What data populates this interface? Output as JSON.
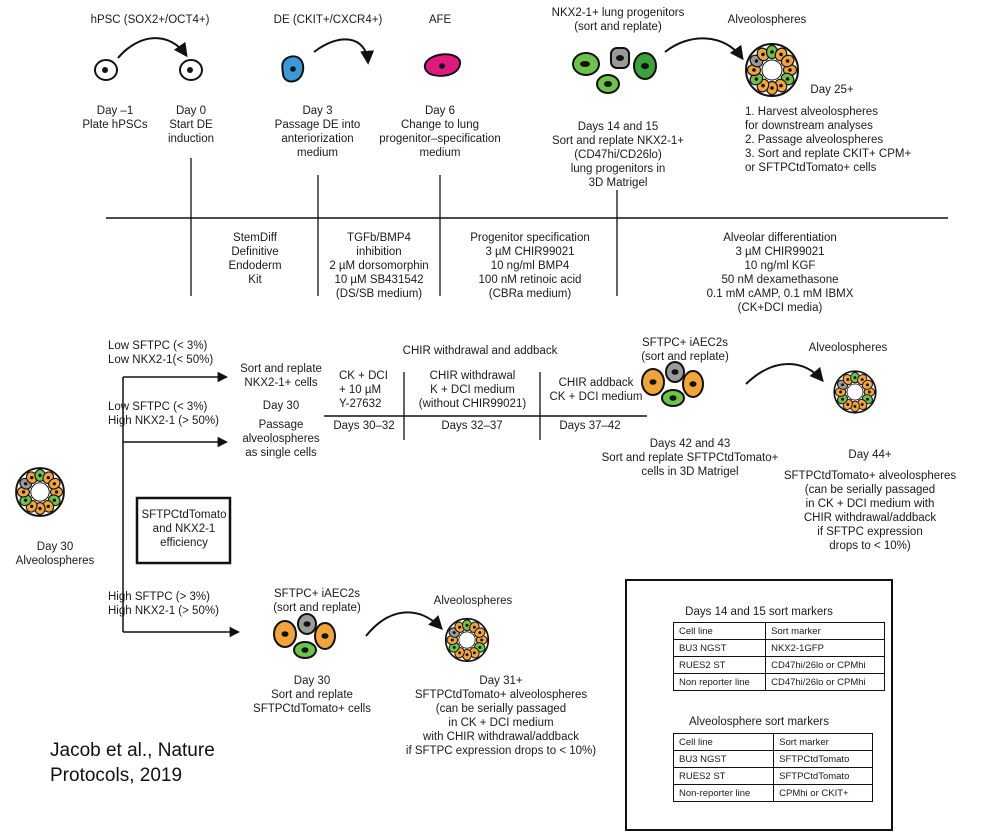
{
  "top": {
    "hpsc": "hPSC (SOX2+/OCT4+)",
    "de": "DE (CKIT+/CXCR4+)",
    "afe": "AFE",
    "nkx": "NKX2-1+ lung progenitors\n(sort and replate)",
    "alveo": "Alveolospheres",
    "day25": "Day 25+",
    "s1": "Day –1\nPlate hPSCs",
    "s2": "Day 0\nStart DE\ninduction",
    "s3": "Day 3\nPassage DE into\nanteriorization\nmedium",
    "s4": "Day 6\nChange to lung\nprogenitor–specification\nmedium",
    "s5": "Days 14 and 15\nSort and replate NKX2-1+\n(CD47hi/CD26lo)\nlung progenitors in\n3D Matrigel",
    "s6": "1. Harvest alveolospheres\n    for downstream analyses\n2. Passage alveolospheres\n3. Sort and replate CKIT+ CPM+\n    or SFTPCtdTomato+ cells"
  },
  "media": {
    "m1": "StemDiff\nDefinitive\nEndoderm\nKit",
    "m2": "TGFb/BMP4\ninhibition\n2 µM dorsomorphin\n10 µM SB431542\n(DS/SB medium)",
    "m3": "Progenitor specification\n3 µM CHIR99021\n10 ng/ml BMP4\n100 nM retinoic acid\n(CBRa medium)",
    "m4": "Alveolar differentiation\n3 µM CHIR99021\n10 ng/ml KGF\n50 nM dexamethasone\n0.1 mM cAMP, 0.1 mM IBMX\n(CK+DCI media)"
  },
  "mid": {
    "cond1": "Low SFTPC (<  3%)\nLow NKX2-1(< 50%)",
    "act1": "Sort and replate\nNKX2-1+ cells",
    "day30a": "Day 30",
    "cond2": "Low SFTPC (< 3%)\nHigh NKX2-1 (> 50%)",
    "act2": "Passage\nalveolospheres\nas single cells",
    "chir_title": "CHIR withdrawal and addback",
    "chir1": "CK + DCI\n+ 10 µM\nY-27632",
    "chir2": "CHIR withdrawal\nK + DCI medium\n(without CHIR99021)",
    "chir3": "CHIR addback\nCK + DCI medium",
    "d1": "Days 30–32",
    "d2": "Days 32–37",
    "d3": "Days 37–42",
    "iaec": "SFTPC+ iAEC2s\n(sort and replate)",
    "alveo": "Alveolospheres",
    "d4243": "Days 42 and 43\nSort and replate SFTPCtdTomato+\ncells in 3D Matrigel",
    "day44": "Day 44+",
    "day44txt": "SFTPCtdTomato+ alveolospheres\n(can be serially passaged\nin CK + DCI medium with\nCHIR withdrawal/addback\nif SFTPC expression\ndrops to < 10%)",
    "eff": "SFTPCtdTomato\nand NKX2-1\nefficiency",
    "day30alv": "Day 30\nAlveolospheres"
  },
  "bottom": {
    "cond3": "High SFTPC (> 3%)\nHigh NKX2-1 (> 50%)",
    "iaec": "SFTPC+ iAEC2s\n(sort and replate)",
    "alveo": "Alveolospheres",
    "day30": "Day 30\nSort and replate\nSFTPCtdTomato+ cells",
    "day31": "Day 31+\nSFTPCtdTomato+ alveolospheres\n(can be serially passaged\nin CK + DCI medium\nwith CHIR withdrawal/addback\nif SFTPC expression drops to < 10%)"
  },
  "citation": "Jacob et al., Nature\nProtocols, 2019",
  "table1": {
    "title": "Days 14 and 15 sort markers",
    "header": [
      "Cell line",
      "Sort marker"
    ],
    "rows": [
      [
        "BU3 NGST",
        "NKX2-1GFP"
      ],
      [
        "RUES2 ST",
        "CD47hi/26lo or CPMhi"
      ],
      [
        "Non reporter line",
        "CD47hi/26lo or CPMhi"
      ]
    ]
  },
  "table2": {
    "title": "Alveolosphere sort markers",
    "header": [
      "Cell line",
      "Sort marker"
    ],
    "rows": [
      [
        "BU3 NGST",
        "SFTPCtdTomato"
      ],
      [
        "RUES2 ST",
        "SFTPCtdTomato"
      ],
      [
        "Non-reporter line",
        "CPMhi or CKIT+"
      ]
    ]
  },
  "colors": {
    "de_cell": "#3a9ad9",
    "afe_cell": "#e0197d",
    "green_cell": "#6cc24a",
    "orange_cell": "#f2a33a",
    "gray_cell": "#9a9a9a"
  }
}
